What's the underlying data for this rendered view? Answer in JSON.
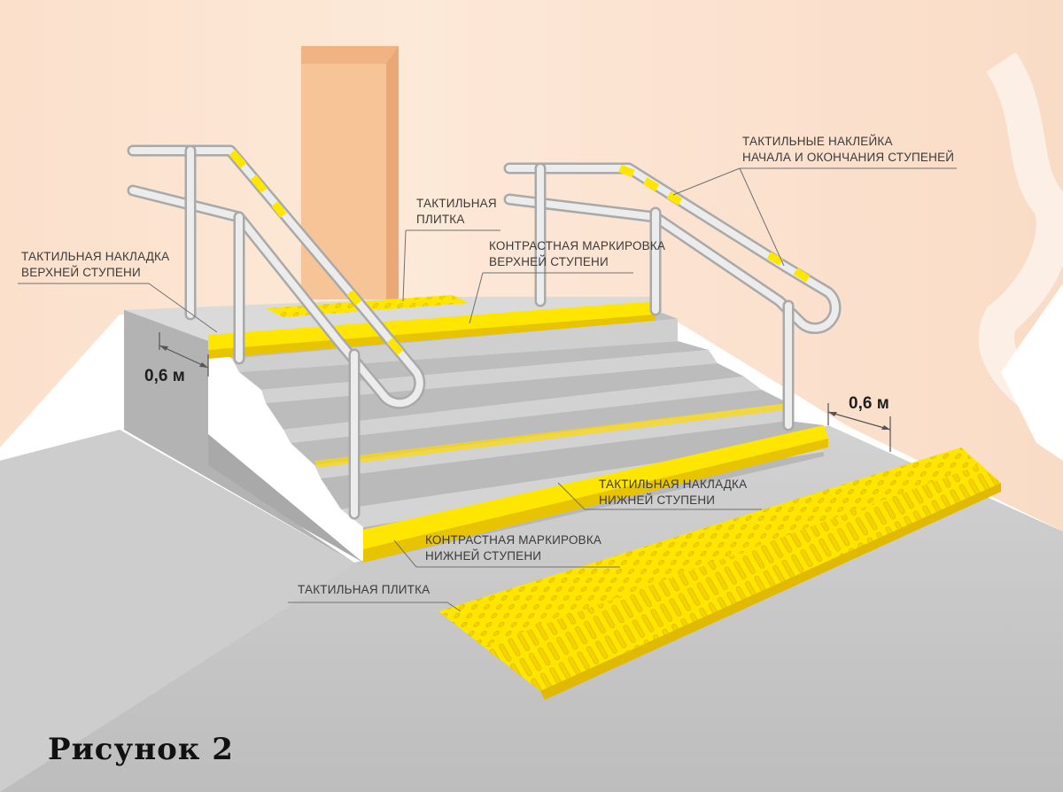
{
  "labels": {
    "tactile_stickers_line1": "ТАКТИЛЬНЫЕ НАКЛЕЙКА",
    "tactile_stickers_line2": "НАЧАЛА И ОКОНЧАНИЯ СТУПЕНЕЙ",
    "tactile_tile_top_line1": "ТАКТИЛЬНАЯ",
    "tactile_tile_top_line2": "ПЛИТКА",
    "contrast_top_line1": "КОНТРАСТНАЯ МАРКИРОВКА",
    "contrast_top_line2": "ВЕРХНЕЙ СТУПЕНИ",
    "overlay_top_line1": "ТАКТИЛЬНАЯ НАКЛАДКА",
    "overlay_top_line2": "ВЕРХНЕЙ СТУПЕНИ",
    "overlay_bottom_line1": "ТАКТИЛЬНАЯ НАКЛАДКА",
    "overlay_bottom_line2": "НИЖНЕЙ СТУПЕНИ",
    "contrast_bottom_line1": "КОНТРАСТНАЯ МАРКИРОВКА",
    "contrast_bottom_line2": "НИЖНЕЙ СТУПЕНИ",
    "tactile_tile_bottom": "ТАКТИЛЬНАЯ ПЛИТКА"
  },
  "dimensions": {
    "left": "0,6 м",
    "right": "0,6 м"
  },
  "caption": "Рисунок 2",
  "colors": {
    "wall": "#fde3cf",
    "door": "#f7c395",
    "marking_yellow": "#ffe600",
    "floor": "#c4c4c4",
    "stair": "#b9b9b9"
  }
}
